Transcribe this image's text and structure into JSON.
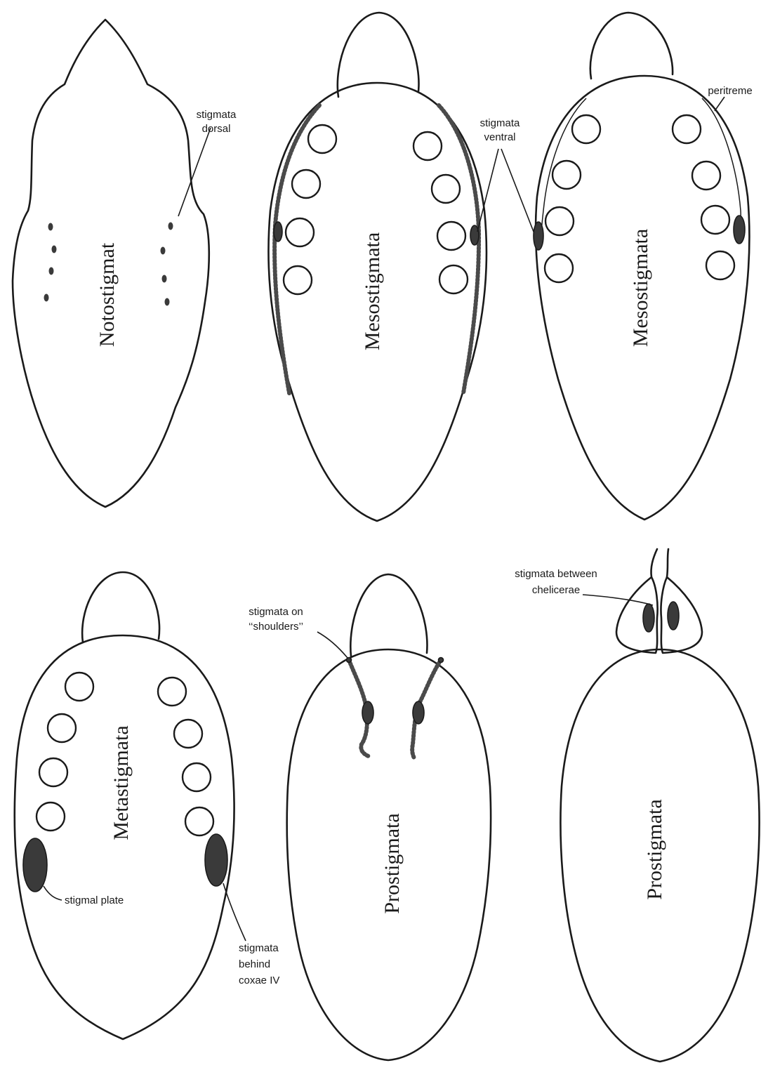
{
  "panels": {
    "notostigmata": {
      "name": "Notostigmat",
      "label_dorsal": [
        "stigmata",
        "dorsal"
      ]
    },
    "mesostigmata_a": {
      "name": "Mesostigmata",
      "label_ventral": [
        "stigmata",
        "ventral"
      ]
    },
    "mesostigmata_b": {
      "name": "Mesostigmata",
      "label_peritreme": "peritreme"
    },
    "metastigmata": {
      "name": "Metastigmata",
      "label_plate": "stigmal plate",
      "label_behind": [
        "stigmata",
        "behind",
        "coxae IV"
      ]
    },
    "prostigmata_a": {
      "name": "Prostigmata",
      "label_shoulders": [
        "stigmata on",
        "‘‘shoulders’’"
      ]
    },
    "prostigmata_b": {
      "name": "Prostigmata",
      "label_chelicerae": [
        "stigmata between",
        "chelicerae"
      ]
    }
  }
}
